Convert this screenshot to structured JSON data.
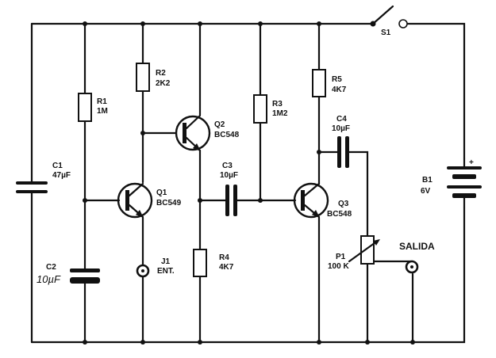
{
  "components": {
    "s1": {
      "name": "S1"
    },
    "r1": {
      "name": "R1",
      "value": "1M"
    },
    "r2": {
      "name": "R2",
      "value": "2K2"
    },
    "r3": {
      "name": "R3",
      "value": "1M2"
    },
    "r4": {
      "name": "R4",
      "value": "4K7"
    },
    "r5": {
      "name": "R5",
      "value": "4K7"
    },
    "c1": {
      "name": "C1",
      "value": "47µF"
    },
    "c2": {
      "name": "C2",
      "value": "10µF"
    },
    "c3": {
      "name": "C3",
      "value": "10µF"
    },
    "c4": {
      "name": "C4",
      "value": "10µF"
    },
    "q1": {
      "name": "Q1",
      "value": "BC549"
    },
    "q2": {
      "name": "Q2",
      "value": "BC548"
    },
    "q3": {
      "name": "Q3",
      "value": "BC548"
    },
    "j1": {
      "name": "J1",
      "value": "ENT."
    },
    "p1": {
      "name": "P1",
      "value": "100 K"
    },
    "b1": {
      "name": "B1",
      "value": "6V",
      "polarity": "+"
    },
    "output": {
      "label": "SALIDA"
    }
  }
}
